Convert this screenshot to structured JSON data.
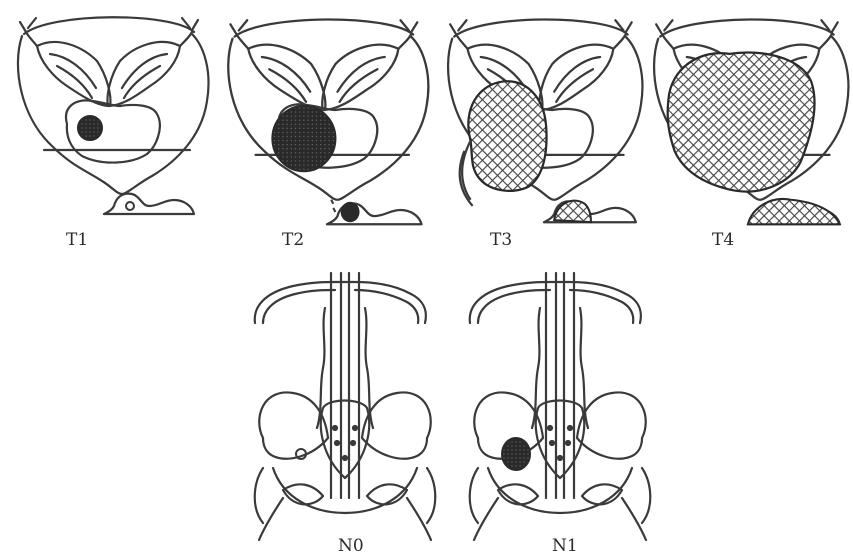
{
  "colors": {
    "line": "#3a3a3a",
    "tumor_dark": "#2e2e2e",
    "tumor_hatch": "#555555",
    "background": "#ffffff"
  },
  "stages": {
    "t1": "T1",
    "t2": "T2",
    "t3": "T3",
    "t4": "T4",
    "n0": "N0",
    "n1": "N1"
  }
}
